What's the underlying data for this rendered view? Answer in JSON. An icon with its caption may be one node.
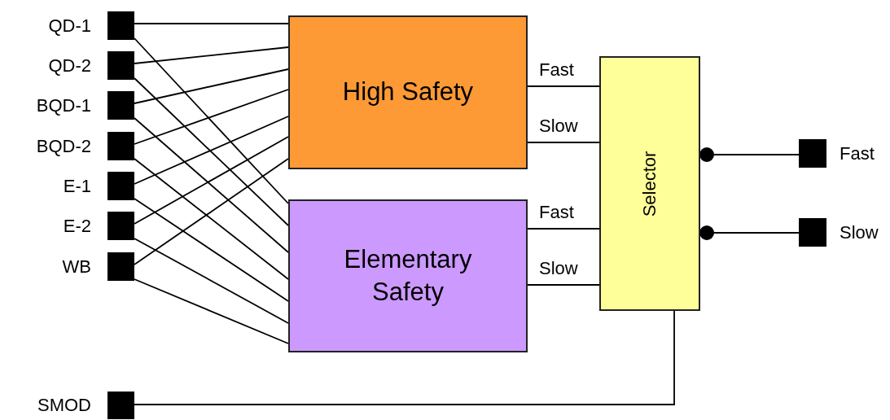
{
  "diagram": {
    "nodes": [
      {
        "text": [],
        "shape": "box",
        "beside": [
          "QD-1"
        ]
      },
      {
        "text": [],
        "shape": "box",
        "beside": [
          "QD-2"
        ]
      },
      {
        "text": [],
        "shape": "box",
        "beside": [
          "BQD-1"
        ]
      },
      {
        "text": [],
        "shape": "box",
        "beside": [
          "BQD-2"
        ]
      },
      {
        "text": [],
        "shape": "box",
        "beside": [
          "E-1"
        ]
      },
      {
        "text": [],
        "shape": "box",
        "beside": [
          "E-2"
        ]
      },
      {
        "text": [],
        "shape": "box",
        "beside": [
          "WB"
        ]
      },
      {
        "text": [
          "High Safety"
        ]
      },
      {
        "text": [
          "Elementary Safety"
        ]
      },
      {
        "text": [
          "Selector"
        ]
      },
      {
        "text": [],
        "shape": "box",
        "beside": [
          "Fast"
        ]
      },
      {
        "text": [],
        "shape": "box",
        "beside": [
          "Slow"
        ]
      },
      {
        "text": [],
        "shape": "box",
        "beside": [
          "SMOD"
        ]
      }
    ],
    "edges": [
      {
        "from": 0,
        "to": 7,
        "arrow": "none"
      },
      {
        "from": 0,
        "to": 8,
        "arrow": "none"
      },
      {
        "from": 1,
        "to": 7,
        "arrow": "none"
      },
      {
        "from": 1,
        "to": 8,
        "arrow": "none"
      },
      {
        "from": 2,
        "to": 7,
        "arrow": "none"
      },
      {
        "from": 2,
        "to": 8,
        "arrow": "none"
      },
      {
        "from": 3,
        "to": 7,
        "arrow": "none"
      },
      {
        "from": 3,
        "to": 8,
        "arrow": "none"
      },
      {
        "from": 4,
        "to": 7,
        "arrow": "none"
      },
      {
        "from": 4,
        "to": 8,
        "arrow": "none"
      },
      {
        "from": 5,
        "to": 7,
        "arrow": "none"
      },
      {
        "from": 5,
        "to": 8,
        "arrow": "none"
      },
      {
        "from": 6,
        "to": 7,
        "arrow": "none"
      },
      {
        "from": 6,
        "to": 8,
        "arrow": "none"
      },
      {
        "from": 7,
        "to": 9,
        "arrow": "none",
        "label": "Fast"
      },
      {
        "from": 7,
        "to": 9,
        "arrow": "none",
        "label": "Slow"
      },
      {
        "from": 8,
        "to": 9,
        "arrow": "none",
        "label": "Fast"
      },
      {
        "from": 8,
        "to": 9,
        "arrow": "none",
        "label": "Slow"
      },
      {
        "from": 9,
        "to": 10,
        "arrow": "other"
      },
      {
        "from": 9,
        "to": 11,
        "arrow": "other"
      },
      {
        "from": 12,
        "to": 9,
        "arrow": "none"
      }
    ]
  }
}
